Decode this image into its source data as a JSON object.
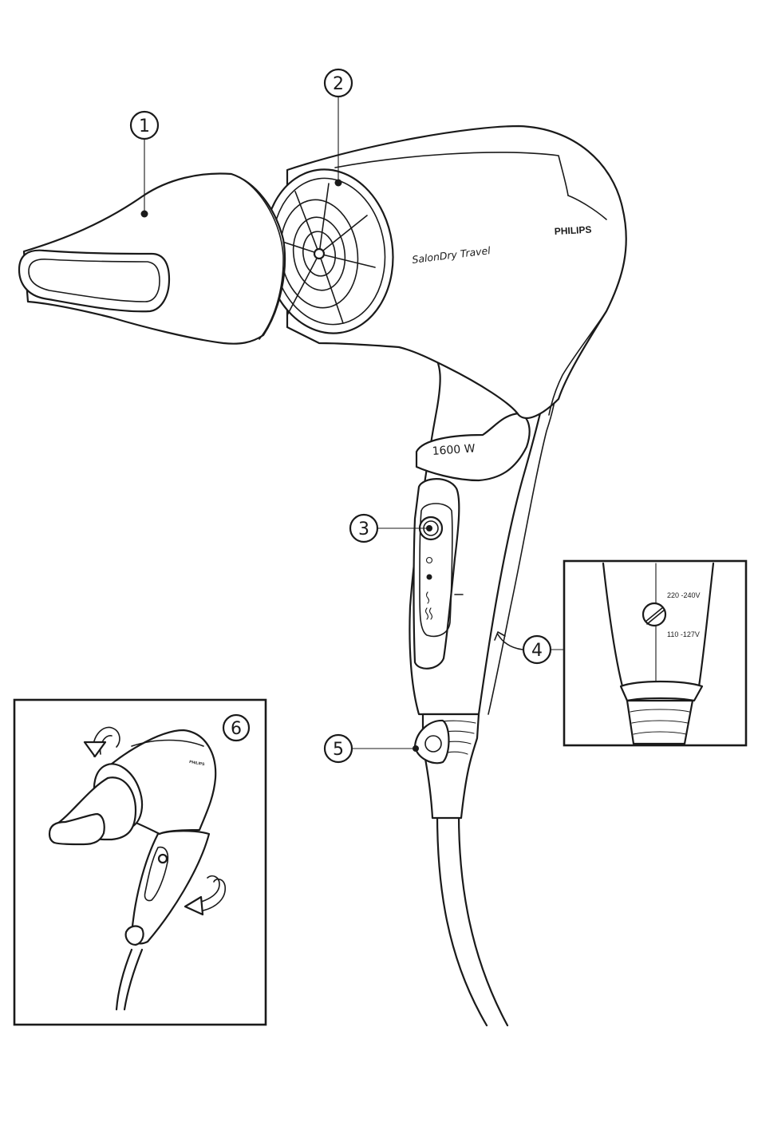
{
  "callouts": {
    "c1": "1",
    "c2": "2",
    "c3": "3",
    "c4": "4",
    "c5": "5",
    "c6": "6"
  },
  "product": {
    "brand": "PHILIPS",
    "model": "SalonDry Travel",
    "wattage": "1600 W"
  },
  "voltage_selector": {
    "high": "220 -240V",
    "low": "110 -127V"
  },
  "folding_inset": {
    "brand": "PHILIPS"
  },
  "icons": [
    "voltage-screw-icon",
    "rotate-arrow-icon",
    "fold-arrow-icon"
  ]
}
